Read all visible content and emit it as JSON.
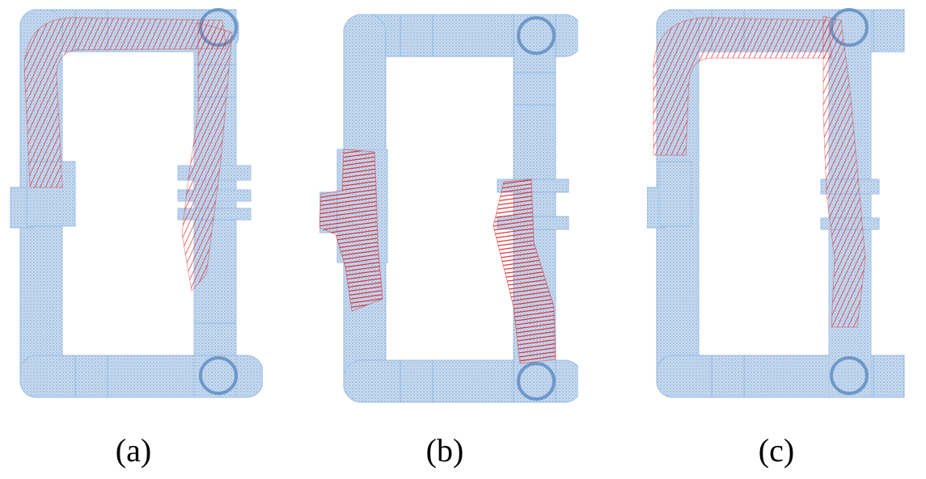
{
  "colors": {
    "pipe": "#8fb3dc",
    "pipe_edge": "#6f98c9",
    "highlight": "#e0282c"
  },
  "panels": [
    {
      "caption": "(a)"
    },
    {
      "caption": "(b)"
    },
    {
      "caption": "(c)"
    }
  ]
}
